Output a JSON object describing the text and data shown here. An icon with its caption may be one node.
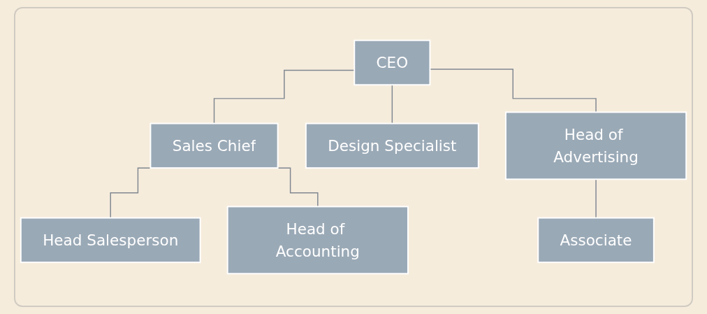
{
  "diagram": {
    "nodes": [
      {
        "text": [
          "CEO"
        ]
      },
      {
        "text": [
          "Sales Chief"
        ]
      },
      {
        "text": [
          "Design Specialist"
        ]
      },
      {
        "text": [
          "Head of Advertising"
        ]
      },
      {
        "text": [
          "Head Salesperson"
        ]
      },
      {
        "text": [
          "Head of Accounting"
        ]
      },
      {
        "text": [
          "Associate"
        ]
      }
    ],
    "edges": [
      {
        "from": 0,
        "to": 1,
        "arrow": "none"
      },
      {
        "from": 0,
        "to": 2,
        "arrow": "none"
      },
      {
        "from": 0,
        "to": 3,
        "arrow": "none"
      },
      {
        "from": 1,
        "to": 4,
        "arrow": "none"
      },
      {
        "from": 1,
        "to": 5,
        "arrow": "none"
      },
      {
        "from": 3,
        "to": 6,
        "arrow": "none"
      }
    ]
  }
}
